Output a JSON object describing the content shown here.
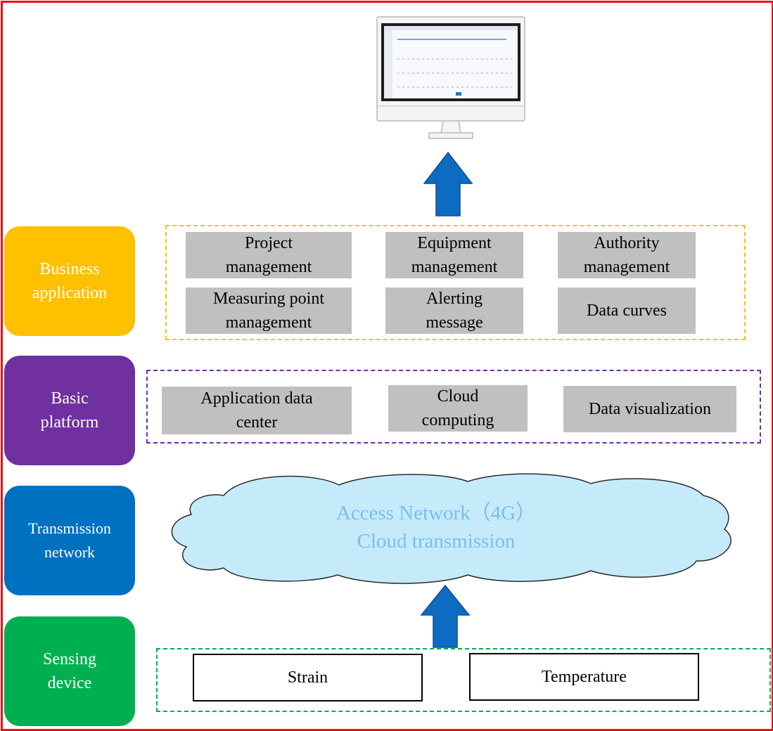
{
  "layers": {
    "business": "Business\napplication",
    "basic": "Basic\nplatform",
    "transmission": "Transmission\nnetwork",
    "sensing": "Sensing\ndevice"
  },
  "business_items": {
    "project": "Project\nmanagement",
    "equipment": "Equipment\nmanagement",
    "authority": "Authority\nmanagement",
    "measuring": "Measuring  point\nmanagement",
    "alerting": "Alerting\nmessage",
    "curves": "Data curves"
  },
  "platform_items": {
    "app_data": "Application  data\ncenter",
    "cloud": "Cloud\ncomputing",
    "visual": "Data visualization"
  },
  "cloud_text": "Access  Network（4G）\nCloud transmission",
  "sensors": {
    "strain": "Strain",
    "temperature": "Temperature"
  },
  "colors": {
    "business": "#ffc000",
    "basic": "#7030a0",
    "transmission": "#0070c0",
    "sensing": "#00b050",
    "arrow": "#0e6bc2",
    "cloud_fill": "#c5ebfb",
    "border": "#e8141a"
  }
}
